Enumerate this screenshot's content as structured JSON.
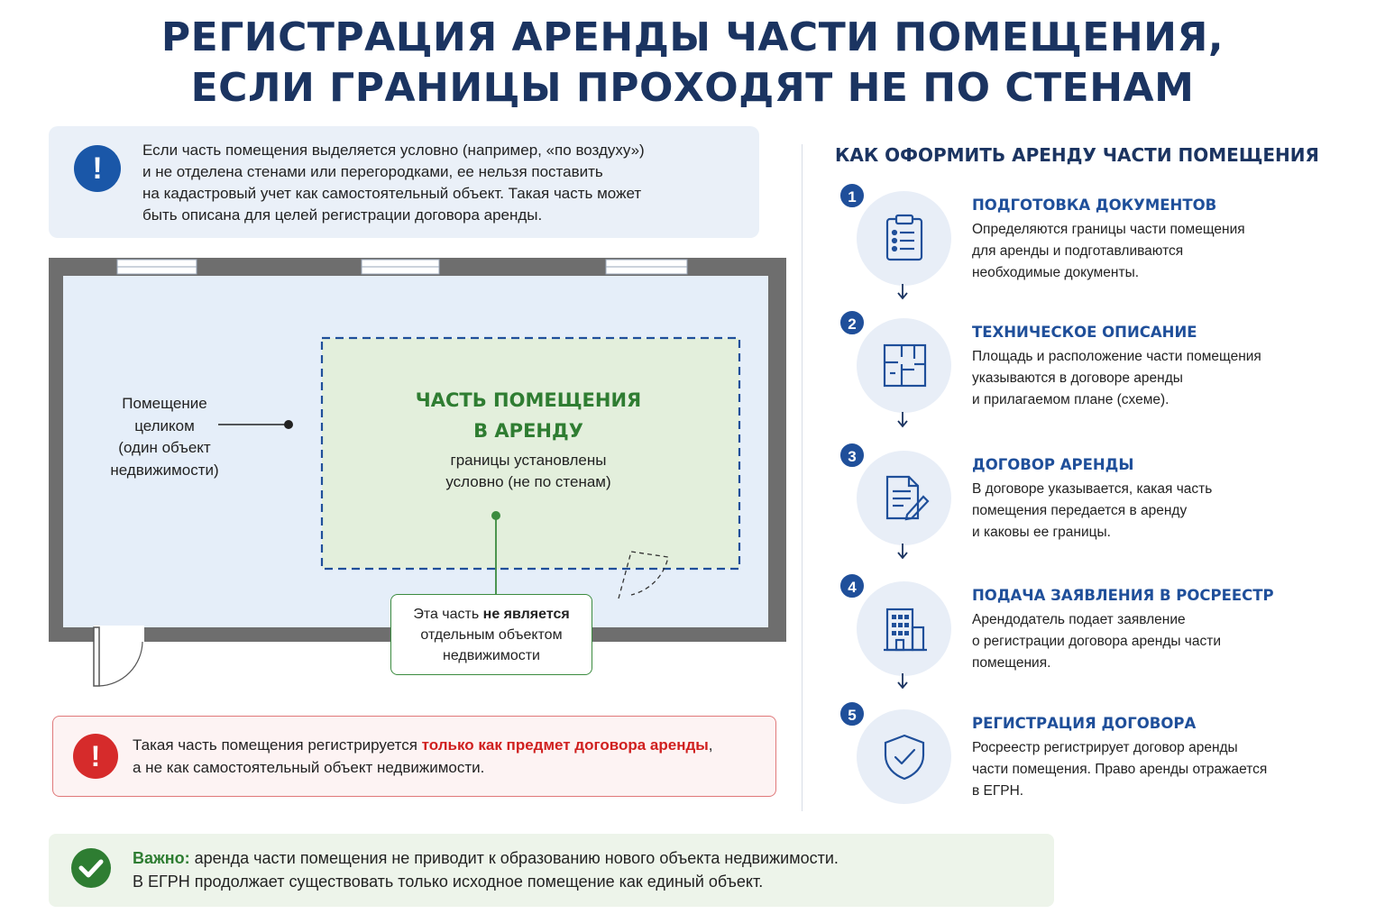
{
  "title": {
    "line1": "РЕГИСТРАЦИЯ АРЕНДЫ ЧАСТИ ПОМЕЩЕНИЯ,",
    "line2": "ЕСЛИ ГРАНИЦЫ ПРОХОДЯТ НЕ ПО СТЕНАМ"
  },
  "info": {
    "icon": "exclamation-icon",
    "lines": [
      "Если часть помещения выделяется условно (например, «по воздуху»)",
      "и не отделена стенами или перегородками, ее нельзя поставить",
      "на кадастровый учет как самостоятельный объект. Такая часть может",
      "быть описана для целей регистрации договора аренды."
    ]
  },
  "plan": {
    "whole_label": [
      "Помещение",
      "целиком",
      "(один объект",
      "недвижимости)"
    ],
    "part_title": [
      "ЧАСТЬ ПОМЕЩЕНИЯ",
      "В АРЕНДУ"
    ],
    "part_sub": [
      "границы установлены",
      "условно (не по стенам)"
    ],
    "note_prefix": "Эта часть ",
    "note_bold": "не является",
    "note_rest": [
      "отдельным объектом",
      "недвижимости"
    ]
  },
  "warning": {
    "icon": "exclamation-icon",
    "prefix": "Такая часть помещения регистрируется ",
    "highlight": "только как предмет договора аренды",
    "suffix": ",",
    "line2": "а не как самостоятельный объект недвижимости."
  },
  "important": {
    "icon": "check-icon",
    "label": "Важно:",
    "line1": " аренда части помещения не приводит к образованию нового объекта недвижимости.",
    "line2": "В ЕГРН продолжает существовать только исходное помещение как единый объект."
  },
  "steps_title": "КАК ОФОРМИТЬ АРЕНДУ ЧАСТИ ПОМЕЩЕНИЯ",
  "steps": [
    {
      "num": "1",
      "icon": "clipboard-icon",
      "title": "ПОДГОТОВКА ДОКУМЕНТОВ",
      "desc": [
        "Определяются границы части помещения",
        "для аренды и подготавливаются",
        "необходимые документы."
      ]
    },
    {
      "num": "2",
      "icon": "floor-plan-icon",
      "title": "ТЕХНИЧЕСКОЕ ОПИСАНИЕ",
      "desc": [
        "Площадь и расположение части помещения",
        "указываются в договоре аренды",
        "и прилагаемом плане (схеме)."
      ]
    },
    {
      "num": "3",
      "icon": "contract-icon",
      "title": "ДОГОВОР АРЕНДЫ",
      "desc": [
        "В договоре указывается, какая часть",
        "помещения передается в аренду",
        "и каковы ее границы."
      ]
    },
    {
      "num": "4",
      "icon": "building-icon",
      "title": "ПОДАЧА ЗАЯВЛЕНИЯ В РОСРЕЕСТР",
      "desc": [
        "Арендодатель подает заявление",
        "о регистрации договора аренды части",
        "помещения."
      ]
    },
    {
      "num": "5",
      "icon": "shield-check-icon",
      "title": "РЕГИСТРАЦИЯ ДОГОВОРА",
      "desc": [
        "Росреестр регистрирует договор аренды",
        "части помещения. Право аренды отражается",
        "в ЕГРН."
      ]
    }
  ],
  "colors": {
    "navy": "#1b3461",
    "blue": "#1f4f9a",
    "green": "#2f7d32",
    "red": "#d0201f",
    "wall": "#6e6e6e",
    "room_fill": "#e5eef9",
    "rent_fill": "#e3efdc"
  }
}
